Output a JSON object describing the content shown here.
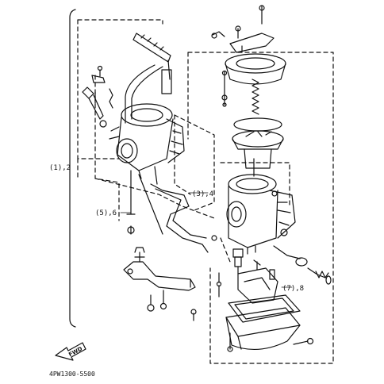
{
  "labels": {
    "group_1_2": "(1),2",
    "group_3_4": "(3),4",
    "group_5_6": "(5),6",
    "group_7_8": "(7),8"
  },
  "diagram_code": "4PW1300-5500",
  "fwd_arrow": {
    "text": "FWD",
    "icon": "fwd-arrow-icon"
  },
  "colors": {
    "ink": "#111111",
    "paper": "#ffffff"
  }
}
